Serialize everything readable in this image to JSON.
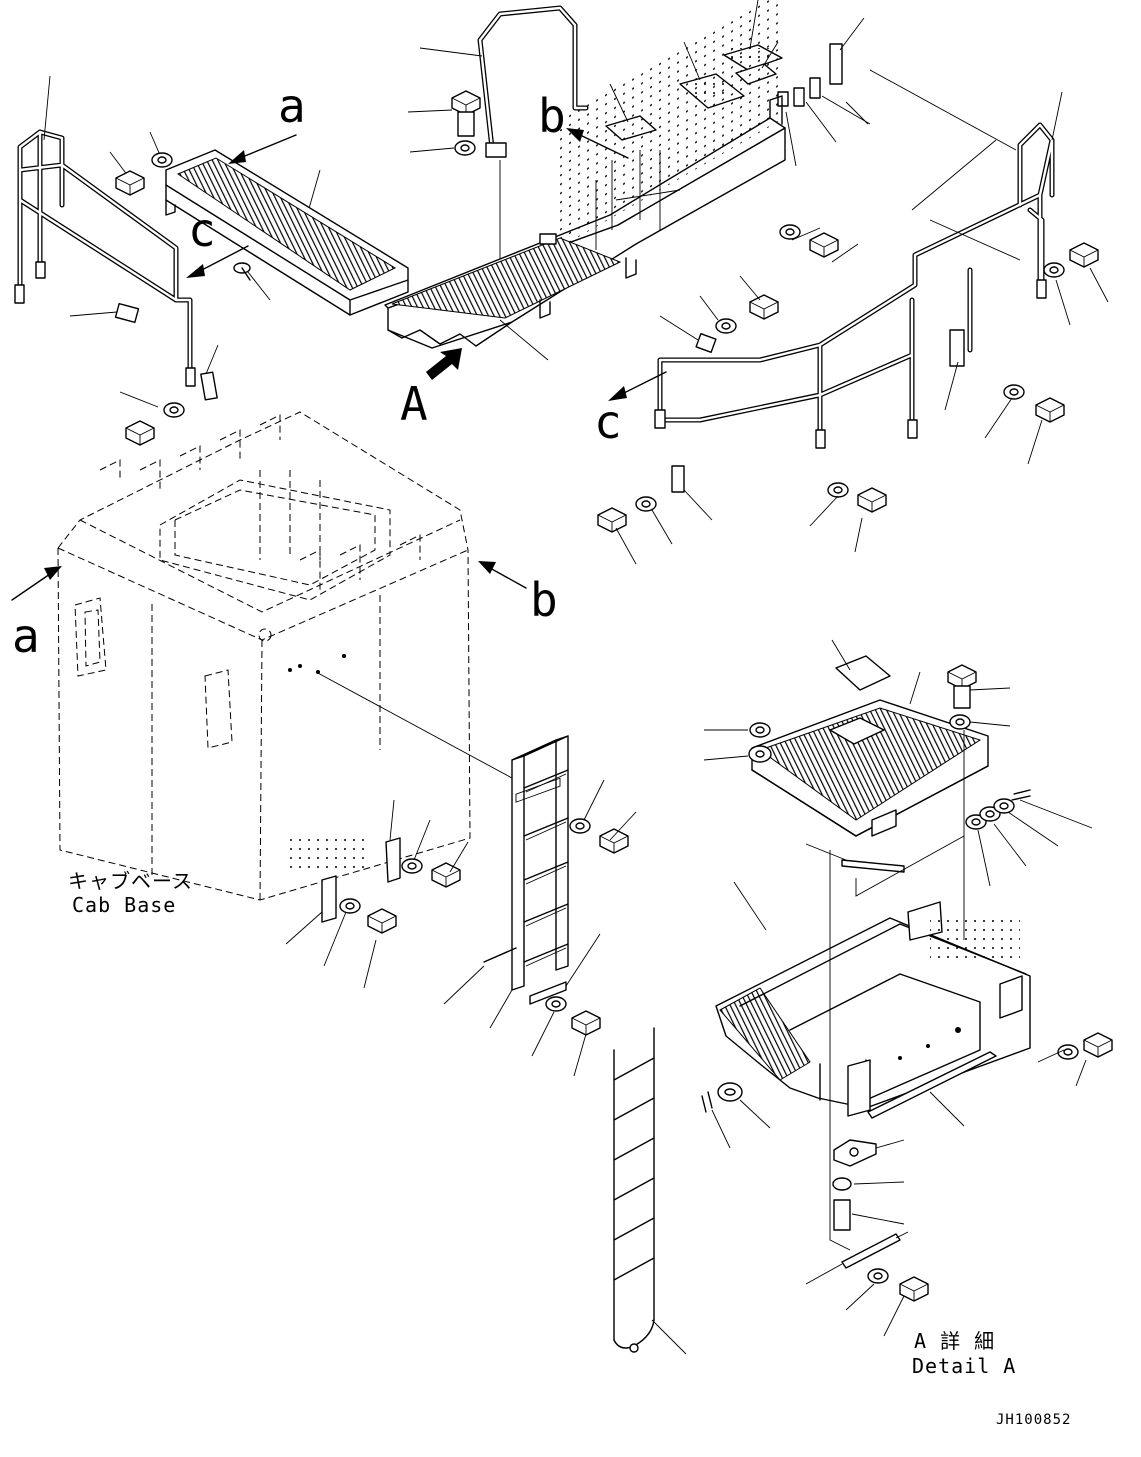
{
  "view_labels": {
    "a_top": "a",
    "b_top": "b",
    "c_left": "c",
    "c_right": "c",
    "A_arrow": "A",
    "a_side": "a",
    "b_side": "b"
  },
  "cab_base": {
    "jp": "キャブベース",
    "en": "Cab Base"
  },
  "detail_a": {
    "jp": "A 詳 細",
    "en": "Detail A"
  },
  "drawing_code": "JH100852"
}
